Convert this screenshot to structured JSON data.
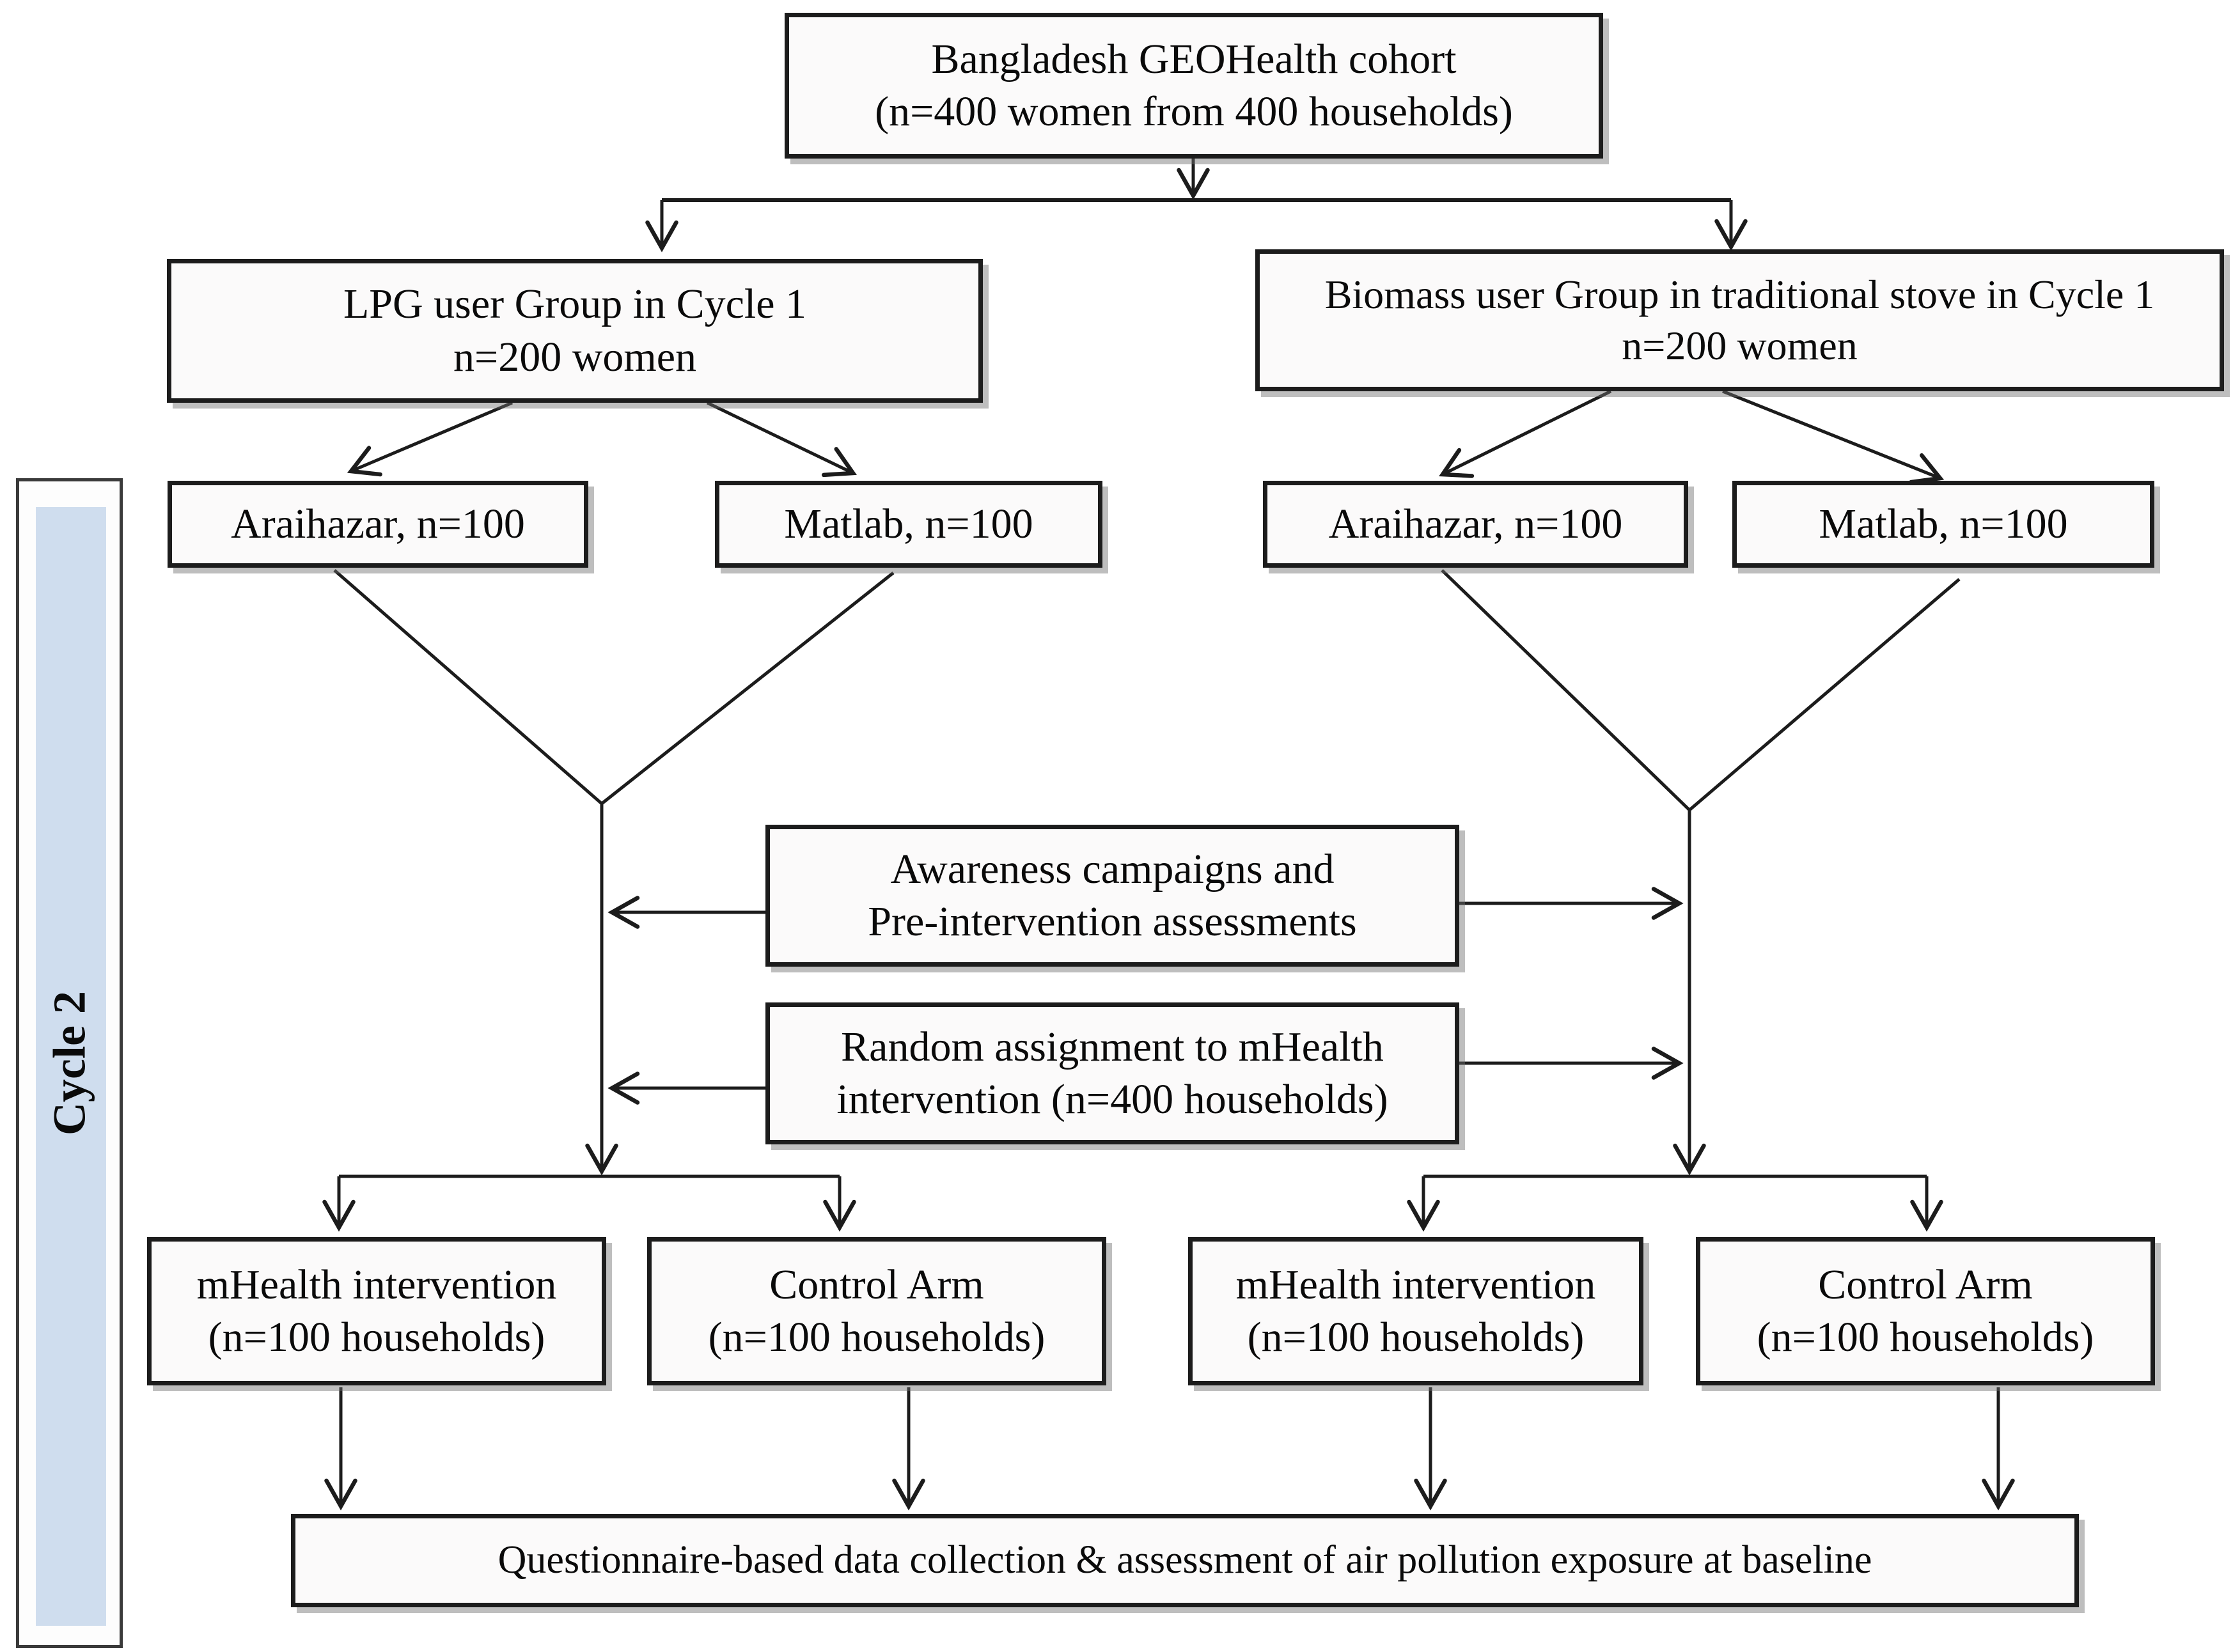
{
  "figure": {
    "cycle_label": "Cycle 2",
    "nodes": {
      "cohort": "Bangladesh GEOHealth cohort\n(n=400 women from 400 households)",
      "lpg_group": "LPG user Group in Cycle 1\nn=200 women",
      "biomass_group": "Biomass user Group in traditional stove in Cycle 1\nn=200 women",
      "lpg_araihazar": "Araihazar, n=100",
      "lpg_matlab": "Matlab, n=100",
      "biomass_araihazar": "Araihazar, n=100",
      "biomass_matlab": "Matlab, n=100",
      "awareness": "Awareness campaigns and\nPre-intervention assessments",
      "random_assignment": "Random assignment to mHealth\nintervention (n=400 households)",
      "lpg_mhealth_arm": "mHealth intervention\n(n=100 households)",
      "lpg_control_arm": "Control Arm\n(n=100 households)",
      "biomass_mhealth_arm": "mHealth intervention\n(n=100 households)",
      "biomass_control_arm": "Control Arm\n(n=100 households)",
      "baseline_outcome": "Questionnaire-based data collection & assessment of air pollution exposure at baseline"
    },
    "colors": {
      "border": "#1c1c1c",
      "box_fill": "#fbfafa",
      "shadow": "#8e8e8e",
      "cycle_bar": "#cfddee",
      "background": "#ffffff",
      "text": "#0a0a0a"
    }
  }
}
